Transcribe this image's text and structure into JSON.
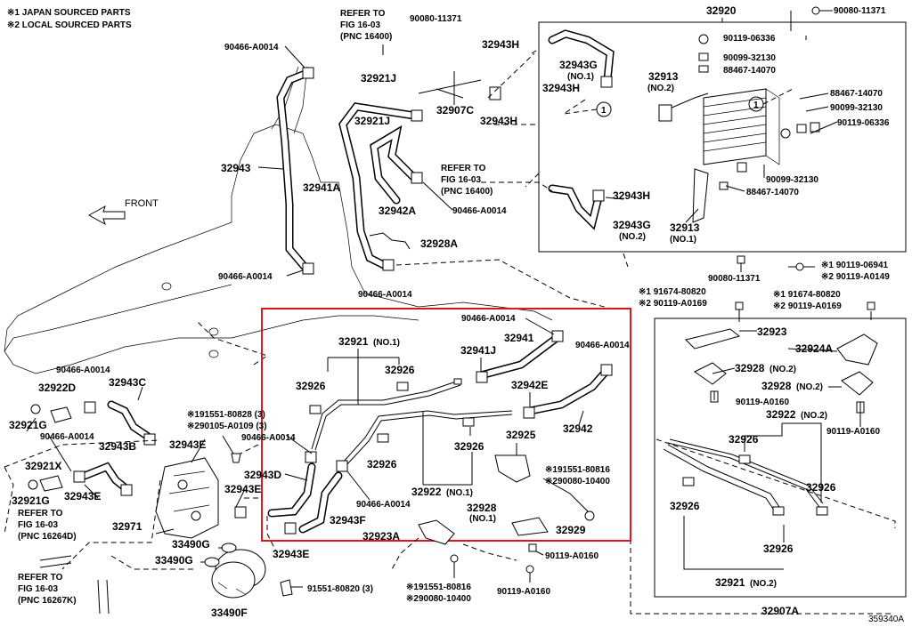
{
  "legend": {
    "line1": "※1 JAPAN SOURCED PARTS",
    "line2": "※2 LOCAL SOURCED PARTS"
  },
  "front_label": "FRONT",
  "figure_id": "359340A",
  "highlight_color": "#e0151b",
  "refer_notes": [
    {
      "l1": "REFER TO",
      "l2": "FIG 16-03",
      "l3": "(PNC 16400)"
    },
    {
      "l1": "REFER TO",
      "l2": "FIG 16-03",
      "l3": "(PNC 16400)"
    },
    {
      "l1": "REFER TO",
      "l2": "FIG 16-03",
      "l3": "(PNC 16264D)"
    },
    {
      "l1": "REFER TO",
      "l2": "FIG 16-03",
      "l3": "(PNC 16267K)"
    }
  ],
  "labels": {
    "p90080_11371_top": "90080-11371",
    "p90466_a0014_a": "90466-A0014",
    "p32943h_a": "32943H",
    "p32921j_a": "32921J",
    "p32921j_b": "32921J",
    "p32907c": "32907C",
    "p32943h_b": "32943H",
    "p32943": "32943",
    "p32941a": "32941A",
    "p32942a": "32942A",
    "p90466_a0014_b": "90466-A0014",
    "p32928a": "32928A",
    "p90466_a0014_c": "90466-A0014",
    "p90466_a0014_d": "90466-A0014",
    "p32920": "32920",
    "p90080_11371_r": "90080-11371",
    "p90119_06336_a": "90119-06336",
    "p90099_32130_a": "90099-32130",
    "p88467_14070_a": "88467-14070",
    "p32943g_1": "32943G",
    "p32943g_1_sub": "(NO.1)",
    "p32943h_c": "32943H",
    "p32913_2": "32913",
    "p32913_2_sub": "(NO.2)",
    "p88467_14070_b": "88467-14070",
    "p90099_32130_b": "90099-32130",
    "p90119_06336_b": "90119-06336",
    "p90099_32130_c": "90099-32130",
    "p88467_14070_c": "88467-14070",
    "p32943h_d": "32943H",
    "p32943g_2": "32943G",
    "p32943g_2_sub": "(NO.2)",
    "p32913_1": "32913",
    "p32913_1_sub": "(NO.1)",
    "p90080_11371_b": "90080-11371",
    "p190119_06941": "※1 90119-06941",
    "p290119_a0149": "※2 90119-A0149",
    "p191674_80820_a": "※1 91674-80820",
    "p290119_a0169_a": "※2 90119-A0169",
    "p191674_80820_b": "※1 91674-80820",
    "p290119_a0169_b": "※2 90119-A0169",
    "p90466_a0014_e": "90466-A0014",
    "p32921_1": "32921",
    "p32921_1_sub": "(NO.1)",
    "p32941": "32941",
    "p32941j": "32941J",
    "p90466_a0014_f": "90466-A0014",
    "p32926_a": "32926",
    "p32926_b": "32926",
    "p32942e": "32942E",
    "p32942": "32942",
    "p32925": "32925",
    "p191551_80816": "※191551-80816",
    "p290080_10400_a": "※290080-10400",
    "p32926_c": "32926",
    "p32926_d": "32926",
    "p32922_1": "32922",
    "p32922_1_sub": "(NO.1)",
    "p90466_a0014_g": "90466-A0014",
    "p32943d": "32943D",
    "p32943f": "32943F",
    "p32943e_a": "32943E",
    "p32928_1": "32928",
    "p32928_1_sub": "(NO.1)",
    "p32923a": "32923A",
    "p32929": "32929",
    "p90119_a0160_a": "90119-A0160",
    "p191551_80816_b": "※191551-80816",
    "p290080_10400_b": "※290080-10400",
    "p90119_a0160_b": "90119-A0160",
    "p90466_a0014_h": "90466-A0014",
    "p32922d": "32922D",
    "p32943c": "32943C",
    "p32921g_a": "32921G",
    "p191551_80828": "※191551-80828 (3)",
    "p290105_a0109": "※290105-A0109 (3)",
    "p90466_a0014_i": "90466-A0014",
    "p90466_a0014_j": "90466-A0014",
    "p32943b": "32943B",
    "p32943e_b": "32943E",
    "p32921x": "32921X",
    "p32943e_c": "32943E",
    "p32921g_b": "32921G",
    "p32943e_d": "32943E",
    "p32971": "32971",
    "p33490g_a": "33490G",
    "p33490g_b": "33490G",
    "p91551_80820": "91551-80820 (3)",
    "p33490f": "33490F",
    "p32923": "32923",
    "p32924a": "32924A",
    "p32928_2a": "32928",
    "p32928_2a_sub": "(NO.2)",
    "p32928_2b": "32928",
    "p32928_2b_sub": "(NO.2)",
    "p90119_a0160_c": "90119-A0160",
    "p32922_2": "32922",
    "p32922_2_sub": "(NO.2)",
    "p90119_a0160_d": "90119-A0160",
    "p32926_e": "32926",
    "p32926_f": "32926",
    "p32926_g": "32926",
    "p32926_h": "32926",
    "p32921_2": "32921",
    "p32921_2_sub": "(NO.2)",
    "p32907a": "32907A",
    "callout_1a": "1",
    "callout_1b": "1"
  }
}
